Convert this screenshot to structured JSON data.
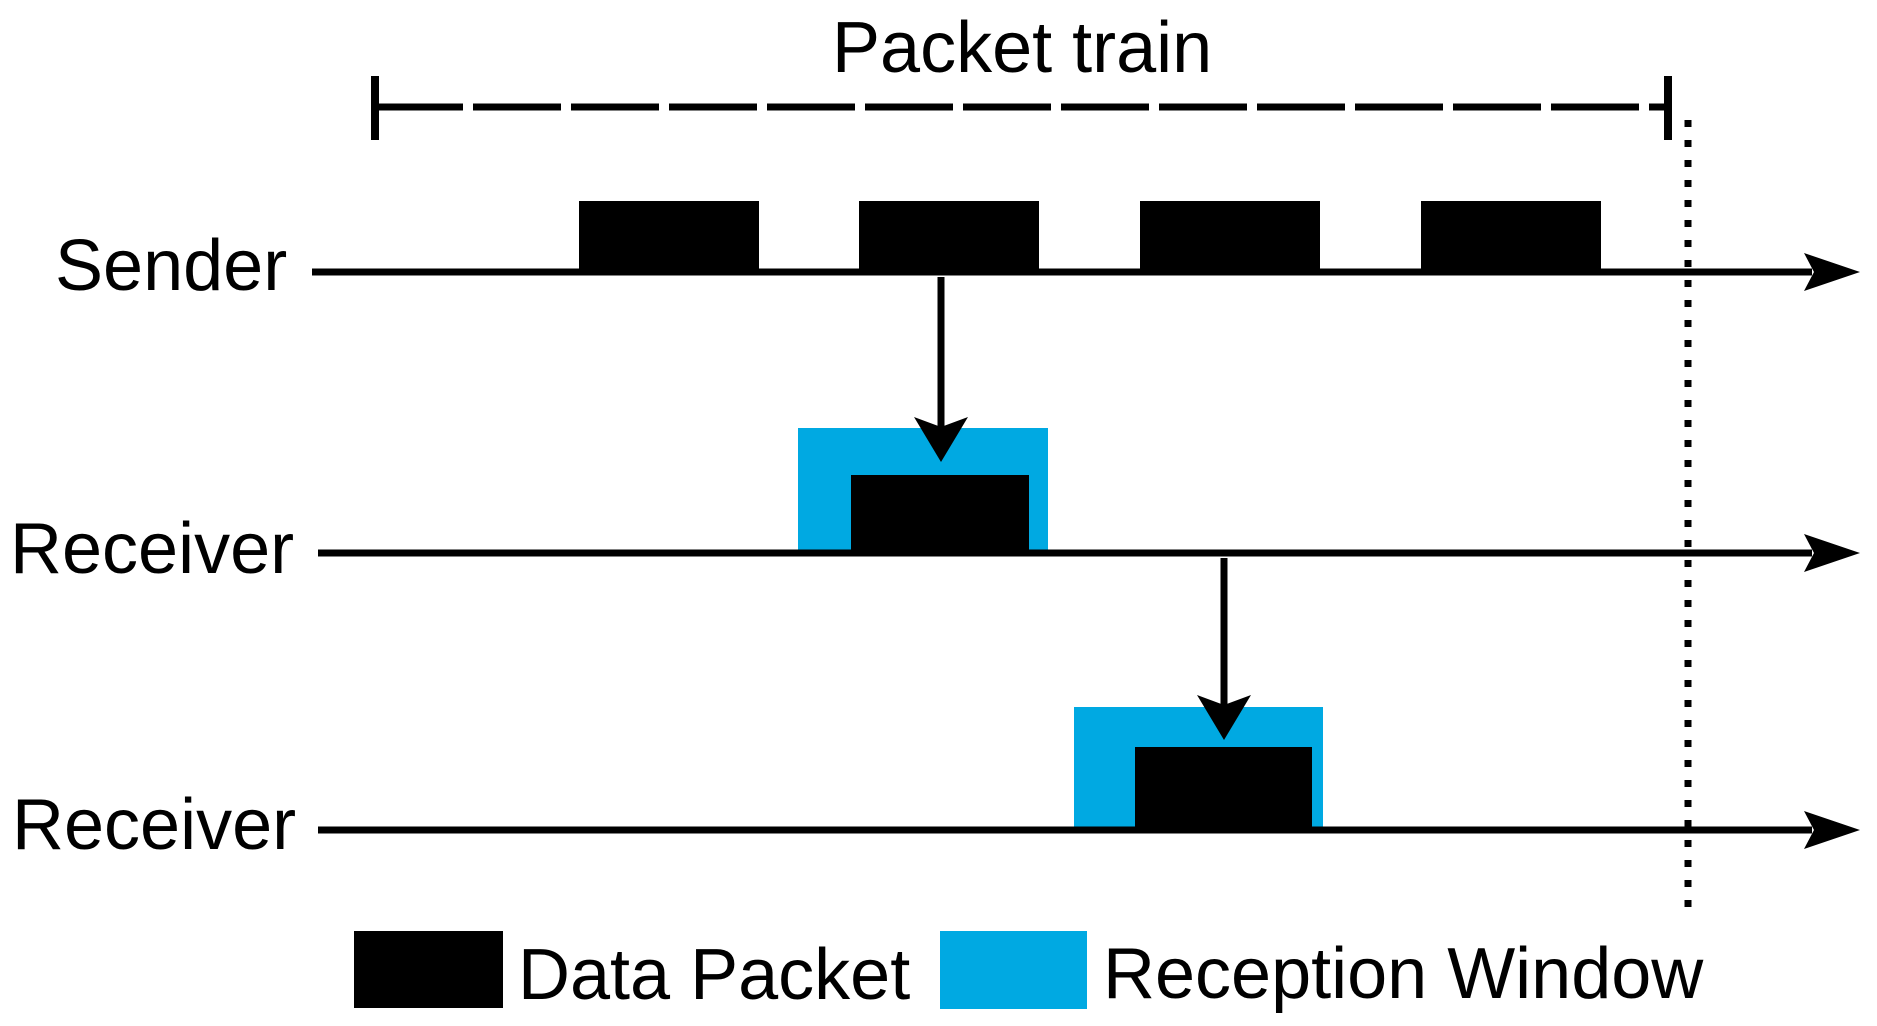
{
  "figure": {
    "title": "Packet train",
    "sender": {
      "label": "Sender",
      "packet_count": 4
    },
    "receivers": [
      {
        "label": "Receiver"
      },
      {
        "label": "Receiver"
      }
    ],
    "legend": {
      "items": [
        {
          "label": "Data Packet",
          "color": "#000000"
        },
        {
          "label": "Reception Window",
          "color": "#00A9E2"
        }
      ]
    },
    "colors": {
      "packet": "#000000",
      "reception_window": "#00A9E2",
      "line": "#000000",
      "background": "#FFFFFF"
    }
  }
}
